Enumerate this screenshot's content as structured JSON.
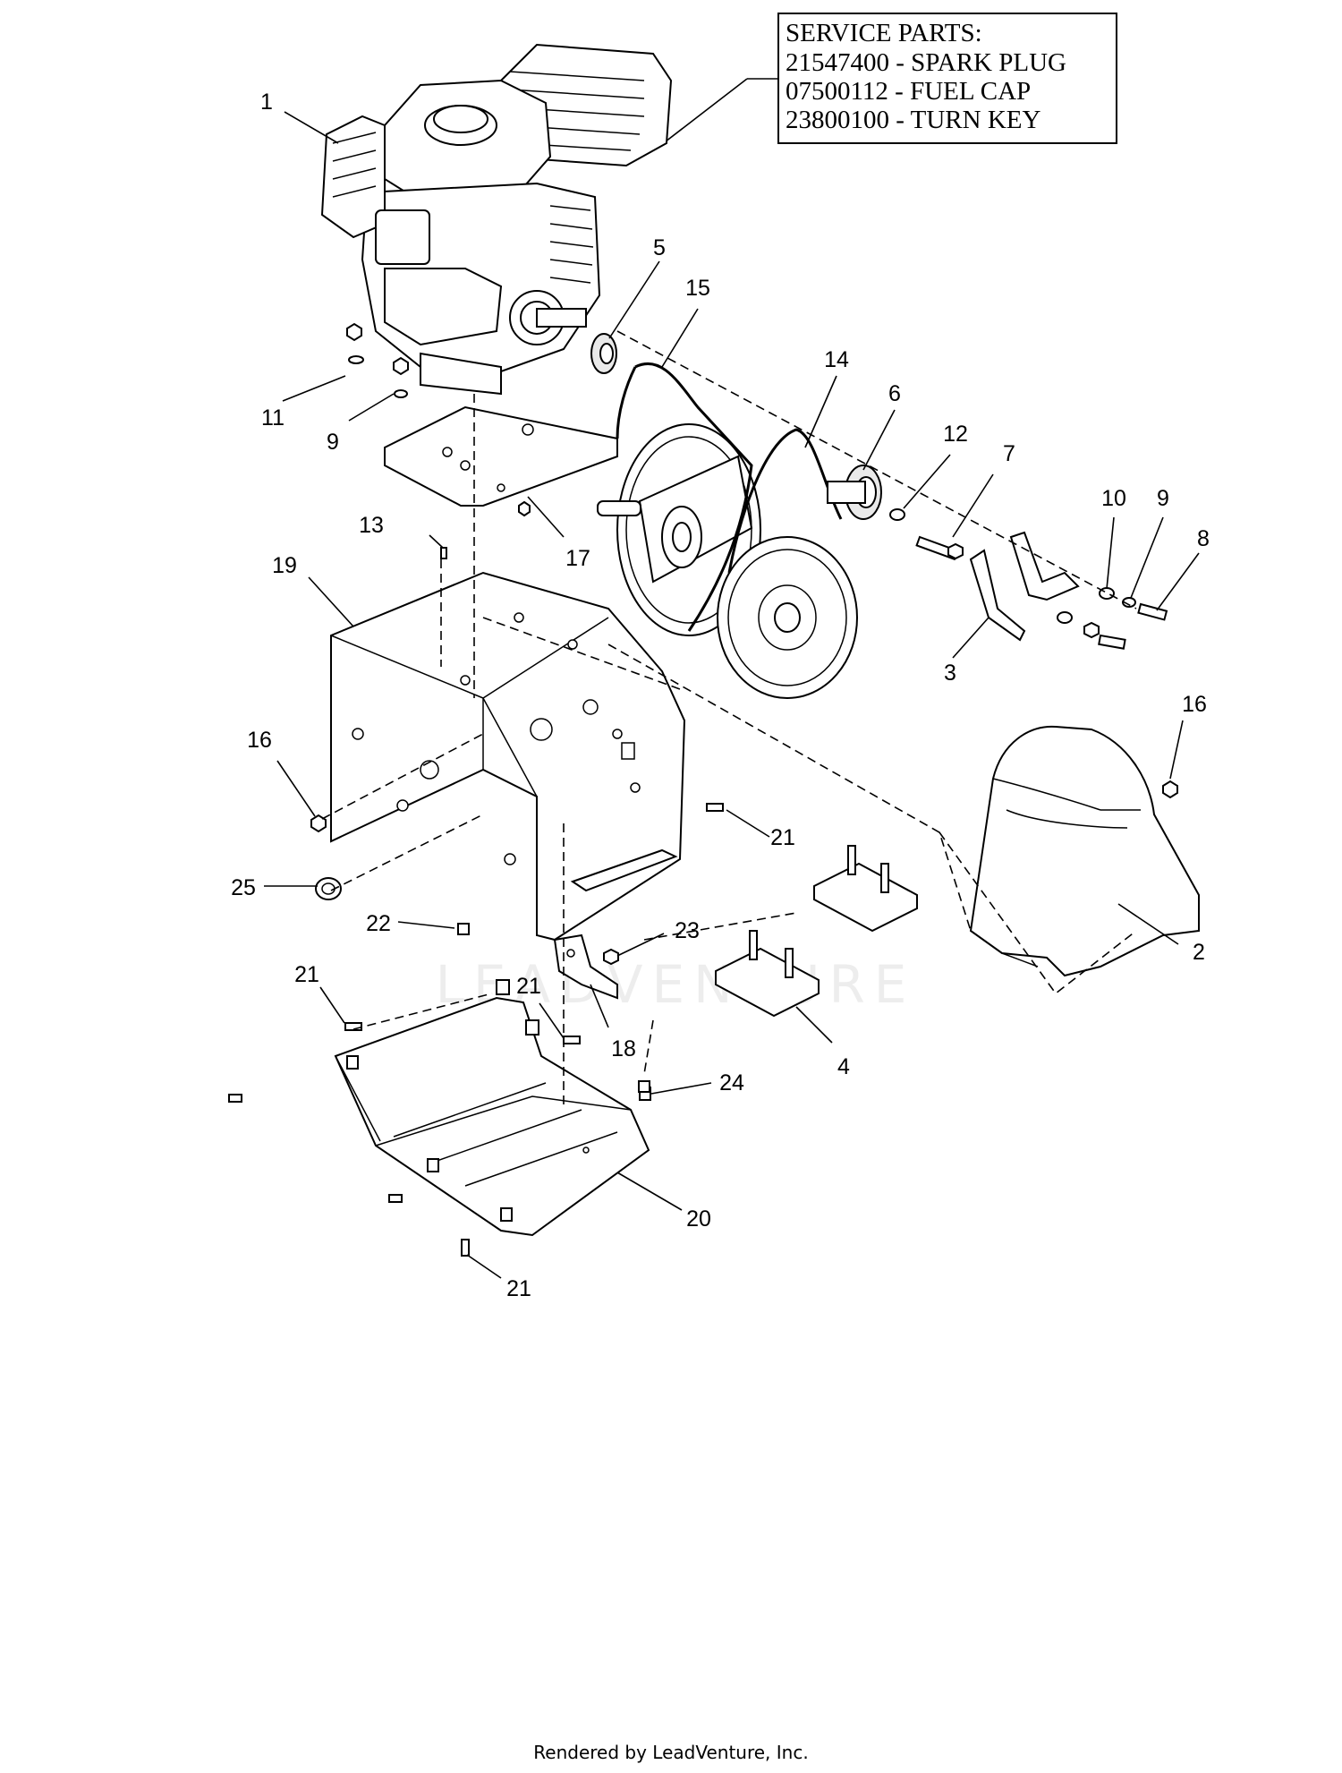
{
  "service_parts": {
    "heading": "SERVICE PARTS:",
    "lines": [
      "21547400 - SPARK PLUG",
      "07500112 - FUEL CAP",
      "23800100 - TURN KEY"
    ]
  },
  "callouts": [
    {
      "id": "c1",
      "label": "1"
    },
    {
      "id": "c5",
      "label": "5"
    },
    {
      "id": "c15",
      "label": "15"
    },
    {
      "id": "c14",
      "label": "14"
    },
    {
      "id": "c6",
      "label": "6"
    },
    {
      "id": "c12",
      "label": "12"
    },
    {
      "id": "c7",
      "label": "7"
    },
    {
      "id": "c10",
      "label": "10"
    },
    {
      "id": "c9b",
      "label": "9"
    },
    {
      "id": "c8",
      "label": "8"
    },
    {
      "id": "c11",
      "label": "11"
    },
    {
      "id": "c9a",
      "label": "9"
    },
    {
      "id": "c13",
      "label": "13"
    },
    {
      "id": "c17",
      "label": "17"
    },
    {
      "id": "c19",
      "label": "19"
    },
    {
      "id": "c3",
      "label": "3"
    },
    {
      "id": "c16a",
      "label": "16"
    },
    {
      "id": "c16b",
      "label": "16"
    },
    {
      "id": "c21a",
      "label": "21"
    },
    {
      "id": "c25",
      "label": "25"
    },
    {
      "id": "c22",
      "label": "22"
    },
    {
      "id": "c23",
      "label": "23"
    },
    {
      "id": "c2",
      "label": "2"
    },
    {
      "id": "c21b",
      "label": "21"
    },
    {
      "id": "c21c",
      "label": "21"
    },
    {
      "id": "c18",
      "label": "18"
    },
    {
      "id": "c4",
      "label": "4"
    },
    {
      "id": "c24",
      "label": "24"
    },
    {
      "id": "c20",
      "label": "20"
    },
    {
      "id": "c21d",
      "label": "21"
    }
  ],
  "watermark": "LEADVENTURE",
  "footer": "Rendered by LeadVenture, Inc."
}
